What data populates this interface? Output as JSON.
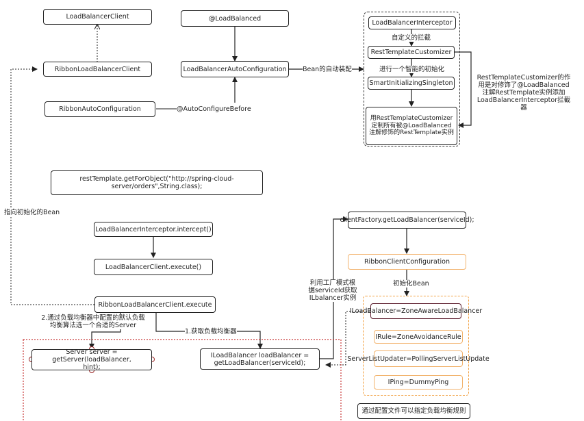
{
  "nodes": {
    "load_balancer_client": "LoadBalancerClient",
    "load_balanced_annotation": "@LoadBalanced",
    "interceptor": "LoadBalancerInterceptor",
    "ribbon_lb_client": "RibbonLoadBalancerClient",
    "lb_auto_config": "LoadBalancerAutoConfiguration",
    "resttemplate_customizer": "RestTemplateCustomizer",
    "ribbon_auto_config": "RibbonAutoConfiguration",
    "smart_init_singleton": "SmartInitializingSingleton",
    "customizer_result": "用RestTemplateCustomizer定制所有被@LoadBalanced注解修饰的RestTemplate实例",
    "get_for_object": "restTemplate.getForObject(\"http://spring-cloud-server/orders\",String.class);",
    "interceptor_intercept": "LoadBalancerInterceptor.intercept()",
    "client_execute": "LoadBalancerClient.execute()",
    "ribbon_execute": "RibbonLoadBalancerClient.execute",
    "get_server": "Server server = getServer(loadBalancer, hint);",
    "get_load_balancer": "ILoadBalancer loadBalancer = getLoadBalancer(serviceId);",
    "client_factory": "clientFactory.getLoadBalancer(serviceId);",
    "ribbon_client_config": "RibbonClientConfiguration",
    "iloadbalancer_zone": "ILoadBalancer=ZoneAwareLoadBalancer",
    "irule": "IRule=ZoneAvoidanceRule",
    "server_list_updater": "ServerListUpdater=PollingServerListUpdate",
    "iping": "IPing=DummyPing",
    "config_file_note": "通过配置文件可以指定负载均衡规则"
  },
  "labels": {
    "bean_auto_assembly": "Bean的自动装配",
    "custom_interceptor": "自定义的拦截",
    "smart_init": "进行一个智能的初始化",
    "autoconfigure_before": "@AutoConfigureBefore",
    "customizer_note": "RestTemplateCustomizer的作用是对修饰了@LoadBalanced注解RestTemplate实例添加LoadBalancerInterceptor拦截器",
    "points_to_bean": "指向初始化的Bean",
    "select_server": "2.通过负载均衡器中配置的默认负载均衡算法选一个合适的Server",
    "get_lb": "1.获取负载均衡器",
    "factory_note": "利用工厂模式根据serviceId获取ILbalancer实例",
    "init_bean": "初始化Bean"
  }
}
